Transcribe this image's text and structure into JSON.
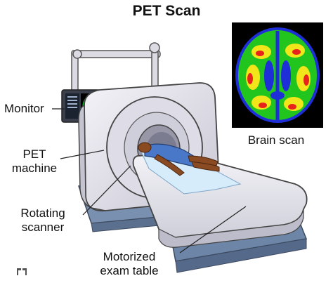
{
  "title": "PET Scan",
  "labels": {
    "monitor": "Monitor",
    "pet_machine_line1": "PET",
    "pet_machine_line2": "machine",
    "rotating_line1": "Rotating",
    "rotating_line2": "scanner",
    "table_line1": "Motorized",
    "table_line2": "exam table"
  },
  "brain_scan": {
    "caption": "Brain scan",
    "colors": {
      "background": "#000000",
      "low": "#1e2fd8",
      "mid": "#22c51e",
      "high": "#f2e61a",
      "peak": "#e8231b"
    }
  },
  "colors": {
    "machine": "#e9e8ef",
    "machine_shade": "#c9c8d4",
    "patient_gown": "#4a78c9",
    "patient_skin": "#8a4a22",
    "base": "#6d86a8"
  },
  "icons": {
    "logo": "publisher-logo-mark"
  }
}
